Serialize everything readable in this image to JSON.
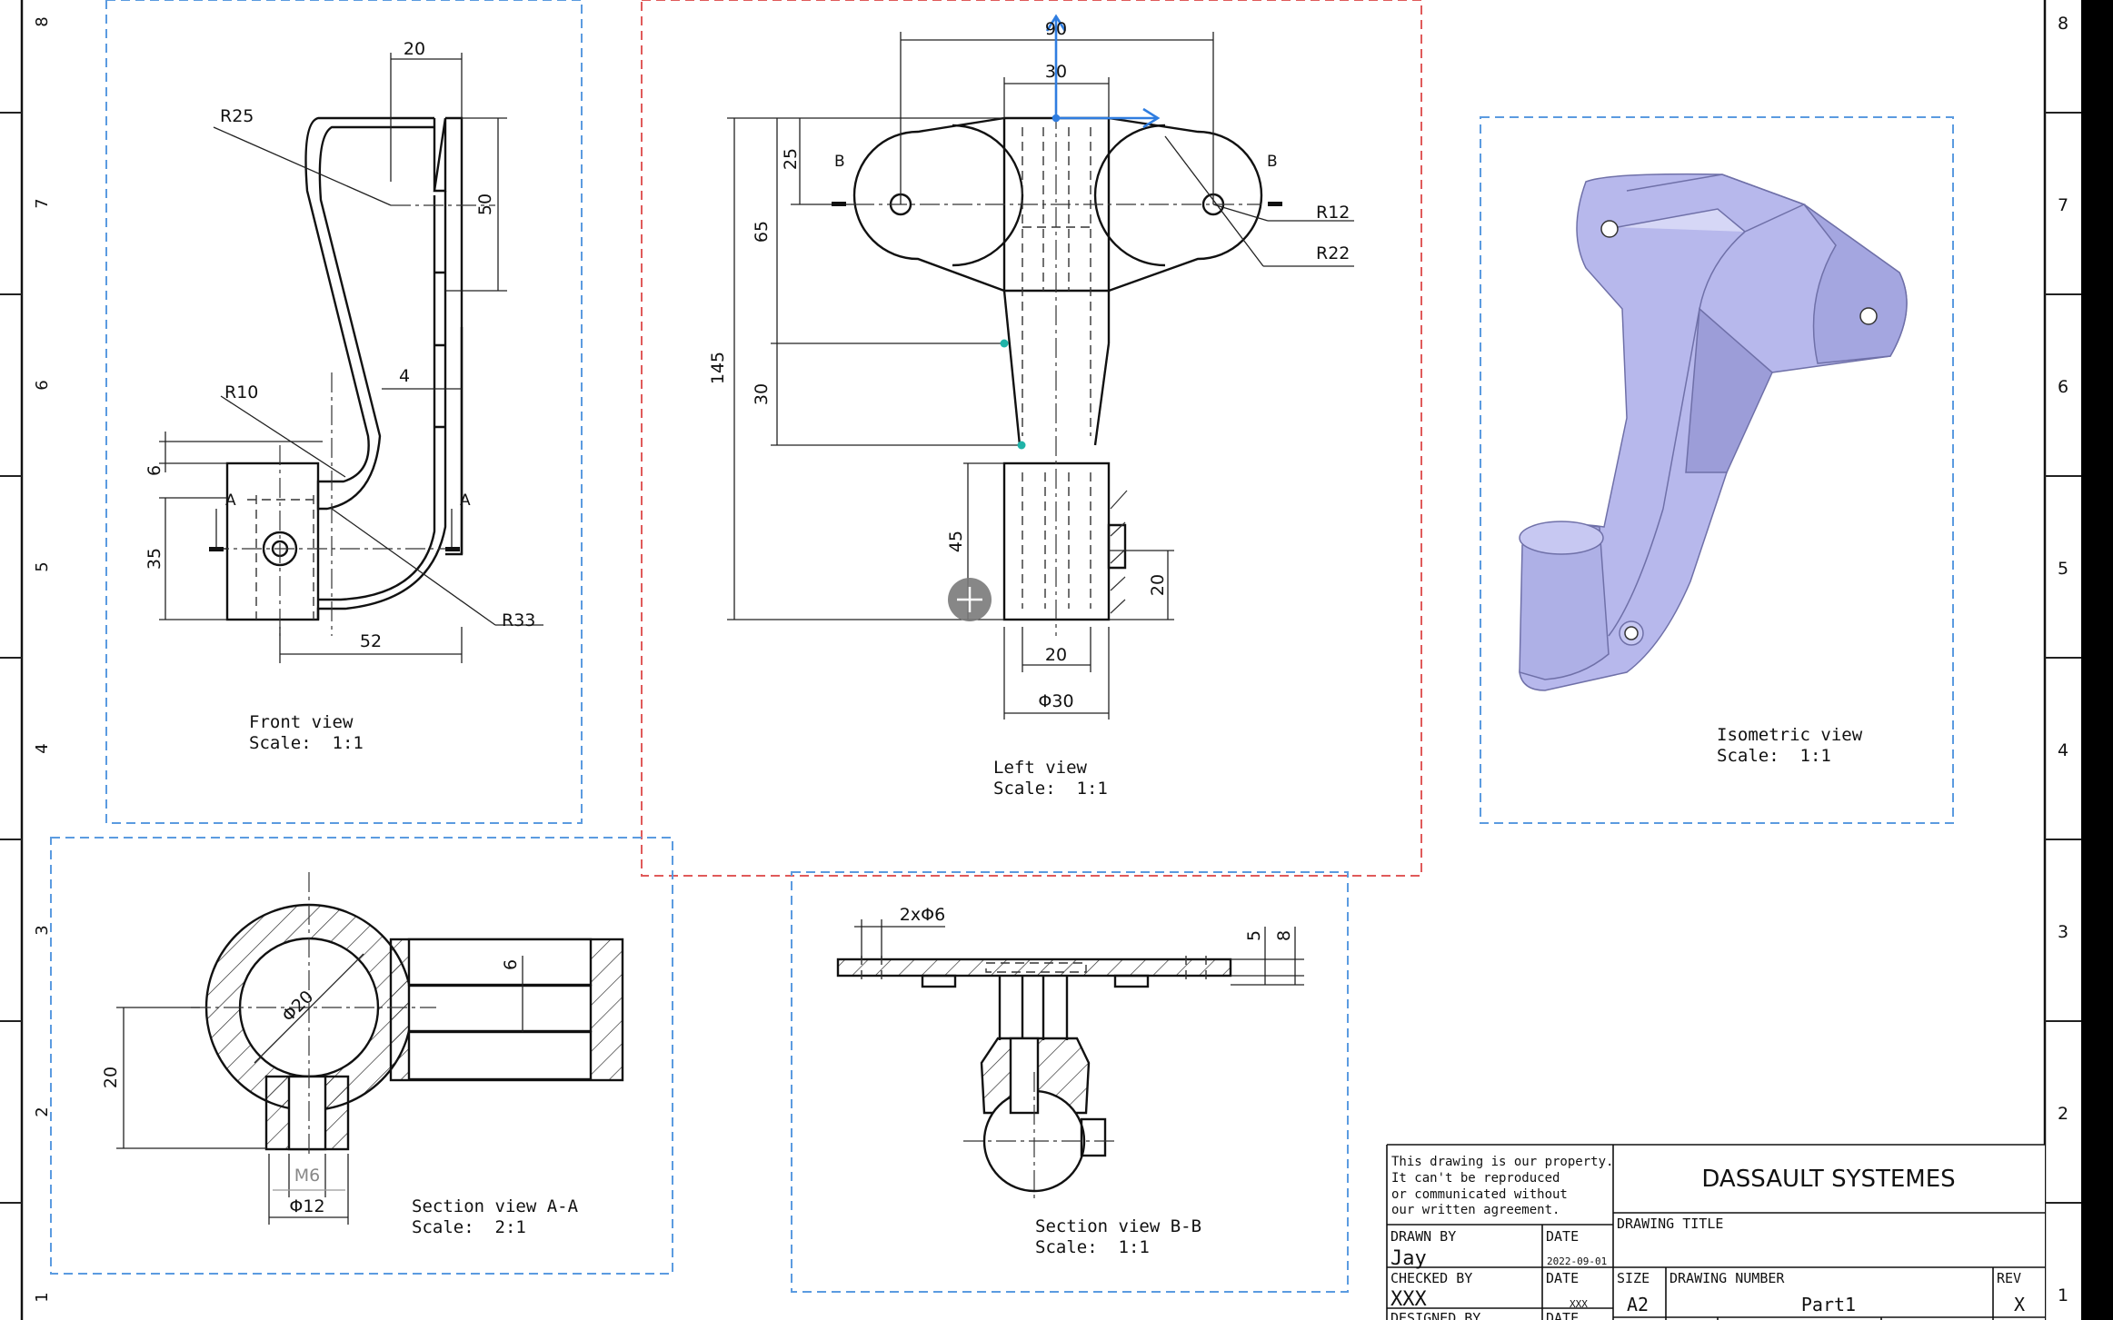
{
  "zone_labels": {
    "left": [
      "8",
      "7",
      "6",
      "5",
      "4",
      "3",
      "2",
      "1"
    ],
    "right": [
      "8",
      "7",
      "6",
      "5",
      "4",
      "3",
      "2",
      "1"
    ]
  },
  "views": {
    "front": {
      "title": "Front view",
      "scale": "Scale:  1:1",
      "dims": {
        "d20": "20",
        "r25": "R25",
        "d50": "50",
        "d4": "4",
        "r10": "R10",
        "d6": "6",
        "a_left": "A",
        "a_right": "A",
        "d35": "35",
        "r33": "R33",
        "d52": "52"
      }
    },
    "left": {
      "title": "Left view",
      "scale": "Scale:  1:1",
      "dims": {
        "d90": "90",
        "d30top": "30",
        "d25": "25",
        "b_left": "B",
        "b_right": "B",
        "r12": "R12",
        "r22": "R22",
        "d65": "65",
        "d145": "145",
        "d30": "30",
        "d45": "45",
        "d20r": "20",
        "d20b": "20",
        "phi30": "Φ30"
      }
    },
    "isometric": {
      "title": "Isometric view",
      "scale": "Scale:  1:1"
    },
    "section_aa": {
      "title": "Section view A-A",
      "scale": "Scale:  2:1",
      "dims": {
        "phi20": "Φ20",
        "d6": "6",
        "d20": "20",
        "m6": "M6",
        "phi12": "Φ12"
      }
    },
    "section_bb": {
      "title": "Section view B-B",
      "scale": "Scale:  1:1",
      "dims": {
        "holes": "2xΦ6",
        "d5": "5",
        "d8": "8"
      }
    }
  },
  "title_block": {
    "notice_lines": [
      "This drawing is our property.",
      "It can't be reproduced",
      "or communicated without",
      "our written agreement."
    ],
    "company": "DASSAULT SYSTEMES",
    "drawing_title_label": "DRAWING TITLE",
    "drawn_by_label": "DRAWN BY",
    "drawn_by": "Jay",
    "date_label": "DATE",
    "drawn_date": "2022-09-01",
    "checked_by_label": "CHECKED BY",
    "checked_by": "XXX",
    "checked_date": "XXX",
    "designed_by_label": "DESIGNED BY",
    "size_label": "SIZE",
    "size": "A2",
    "drawing_number_label": "DRAWING NUMBER",
    "drawing_number": "Part1",
    "rev_label": "REV",
    "rev": "X"
  },
  "colors": {
    "frame_blue": "#5b9be0",
    "frame_red": "#e05a5a",
    "axis_blue": "#2f7de0",
    "iso_fill": "#b7b8ec",
    "handle": "#7a7a7a"
  },
  "icons": {
    "move_handle": "move-cross-icon",
    "axis": "axis-triad-icon"
  }
}
